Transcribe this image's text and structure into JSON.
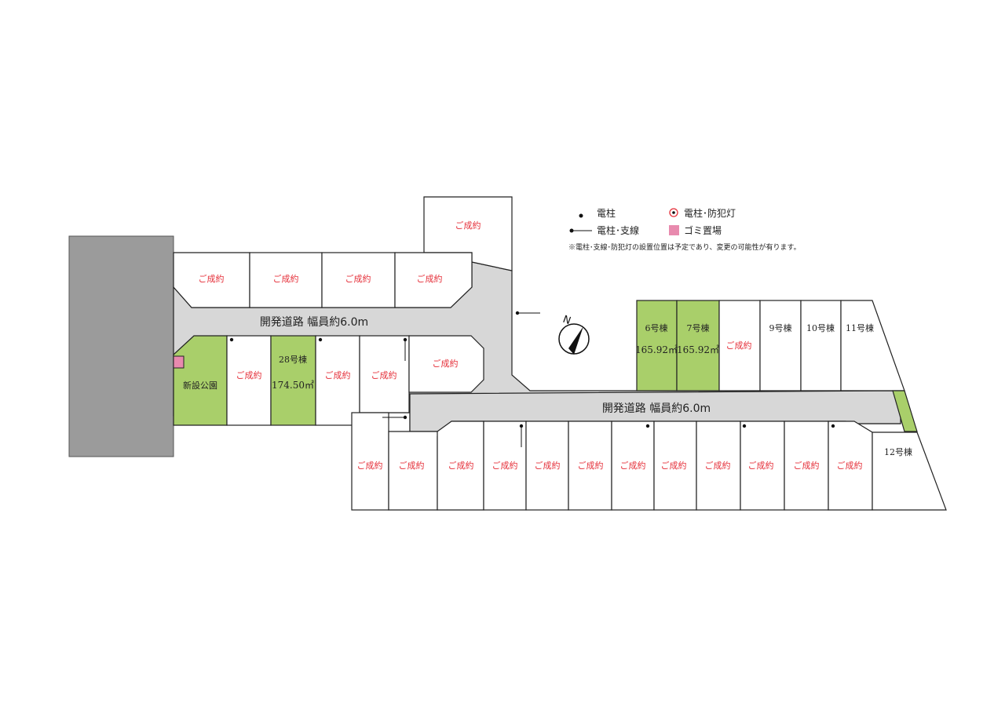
{
  "legend": {
    "pole": "電柱",
    "pole_light": "電柱･防犯灯",
    "pole_wire": "電柱･支線",
    "garbage": "ゴミ置場",
    "note": "※電柱･支線･防犯灯の設置位置は予定であり、変更の可能性が有ります。"
  },
  "compass": {
    "letter": "N"
  },
  "roads": {
    "upper": "開発道路 幅員約6.0m",
    "lower": "開発道路 幅員約6.0m"
  },
  "park": {
    "label": "新設公園"
  },
  "sold_label": "ご成約",
  "lots": {
    "lot28": {
      "name": "28号棟",
      "area": "174.50㎡"
    },
    "lot6": {
      "name": "6号棟",
      "area": "165.92㎡"
    },
    "lot7": {
      "name": "7号棟",
      "area": "165.92㎡"
    },
    "lot9": {
      "name": "9号棟"
    },
    "lot10": {
      "name": "10号棟"
    },
    "lot11": {
      "name": "11号棟"
    },
    "lot12": {
      "name": "12号棟"
    }
  },
  "colors": {
    "available": "#a9cf6a",
    "sold_text": "#e5303a",
    "road": "#d7d7d7",
    "neighbor": "#9b9b9b",
    "garbage": "#e88aae"
  }
}
